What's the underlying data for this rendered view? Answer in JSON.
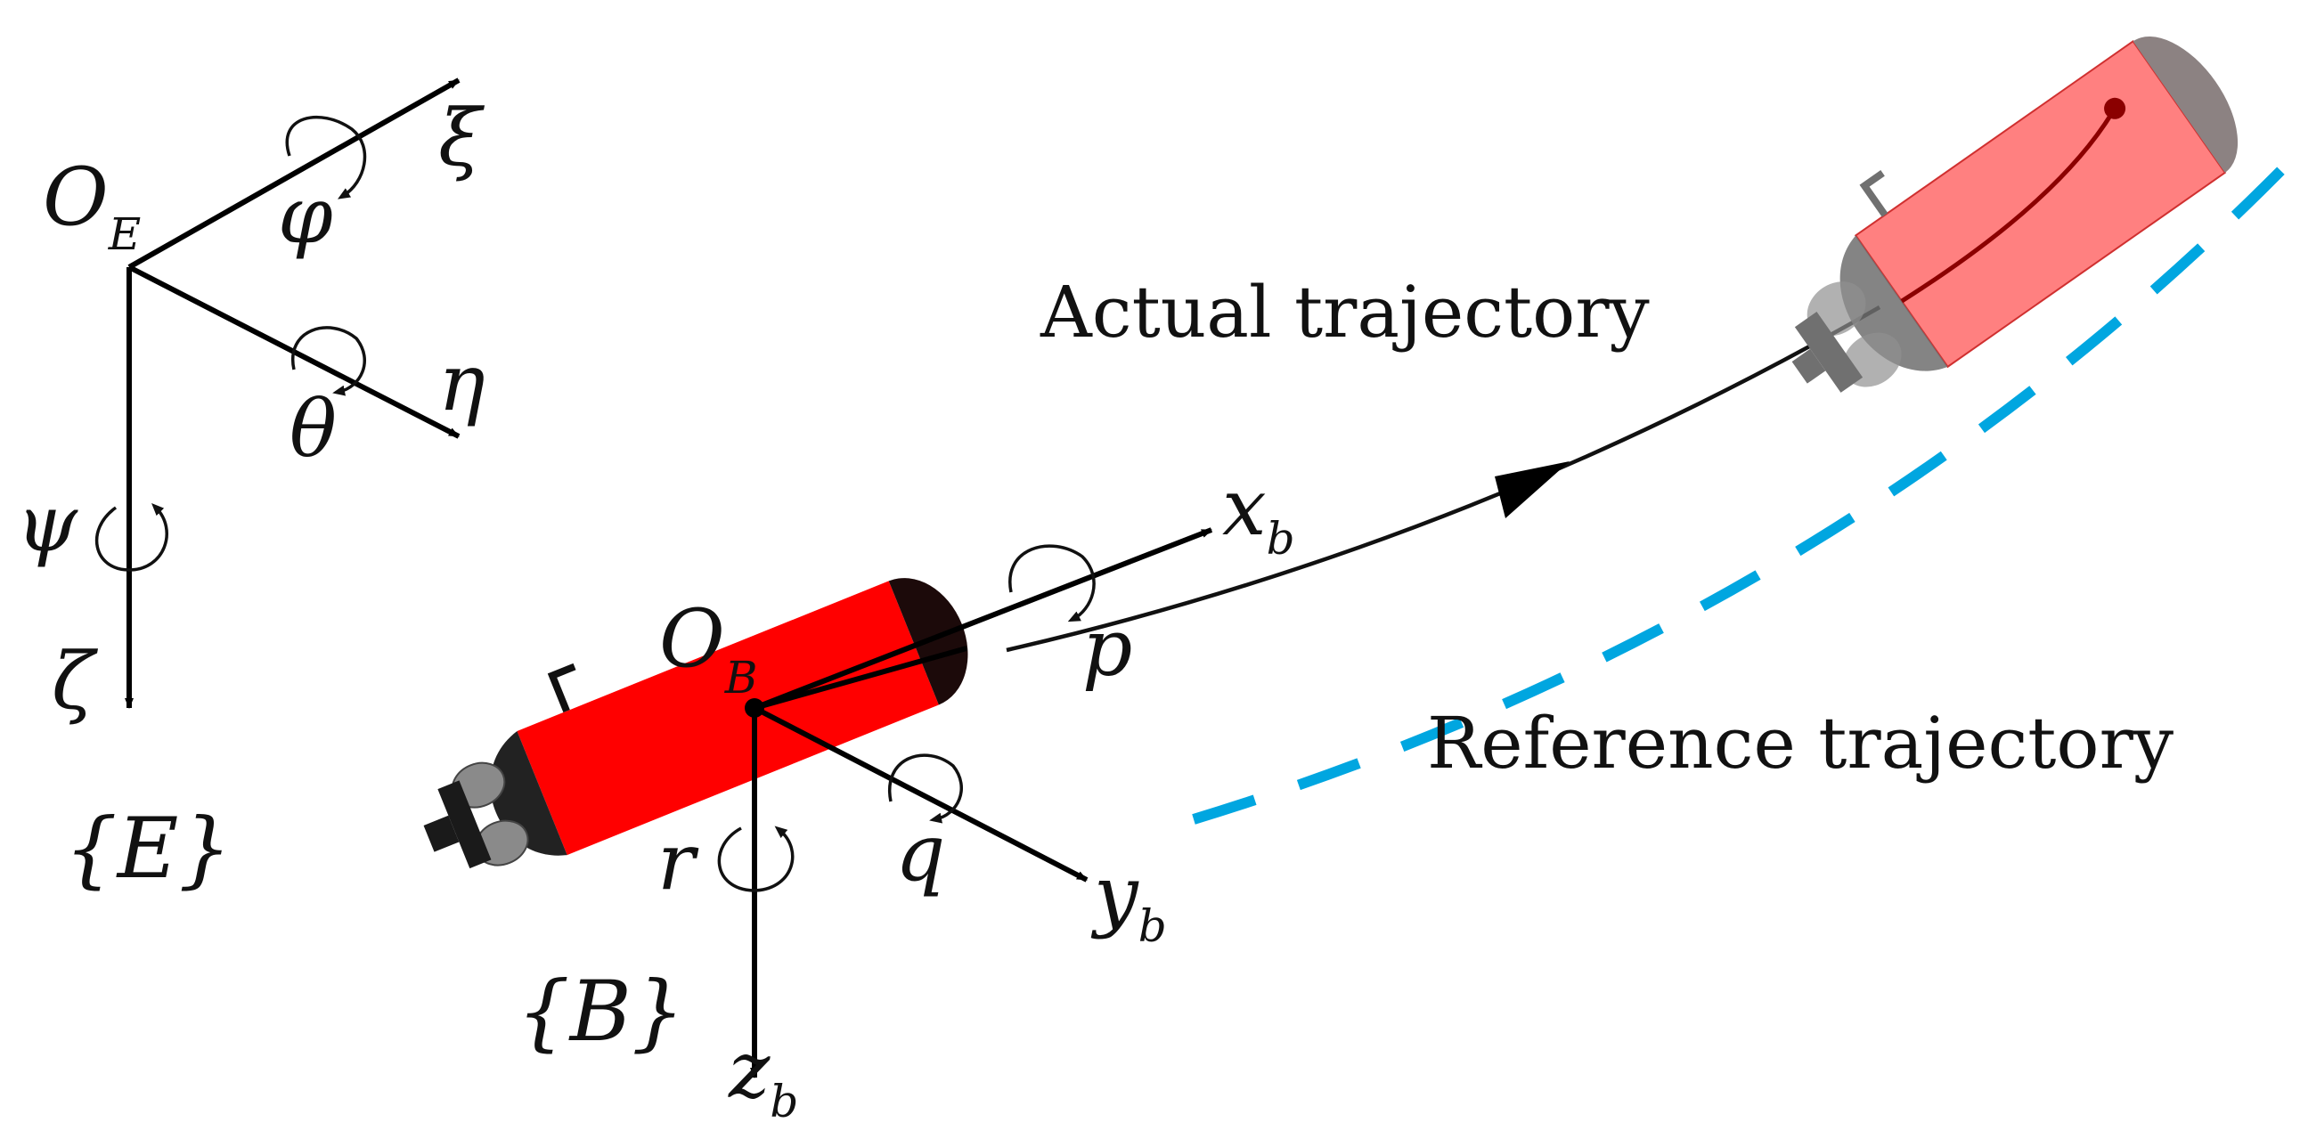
{
  "earth_frame": {
    "origin": "O",
    "origin_sub": "E",
    "axis_x": "ξ",
    "axis_y": "η",
    "axis_z": "ζ",
    "rot_x": "φ",
    "rot_y": "θ",
    "rot_z": "ψ",
    "frame_label": "{E}"
  },
  "body_frame": {
    "origin": "O",
    "origin_sub": "B",
    "axis_x": "x",
    "axis_x_sub": "b",
    "axis_y": "y",
    "axis_y_sub": "b",
    "axis_z": "z",
    "axis_z_sub": "b",
    "rot_x": "p",
    "rot_y": "q",
    "rot_z": "r",
    "frame_label": "{B}"
  },
  "trajectories": {
    "actual_label": "Actual trajectory",
    "reference_label": "Reference trajectory"
  },
  "colors": {
    "vehicle_current": "#ff0000",
    "vehicle_current_dark": "#222222",
    "vehicle_ghost": "#ff8080",
    "vehicle_ghost_dark": "#6e6e6e",
    "reference_line": "#00a6e0",
    "actual_line": "#111111"
  }
}
